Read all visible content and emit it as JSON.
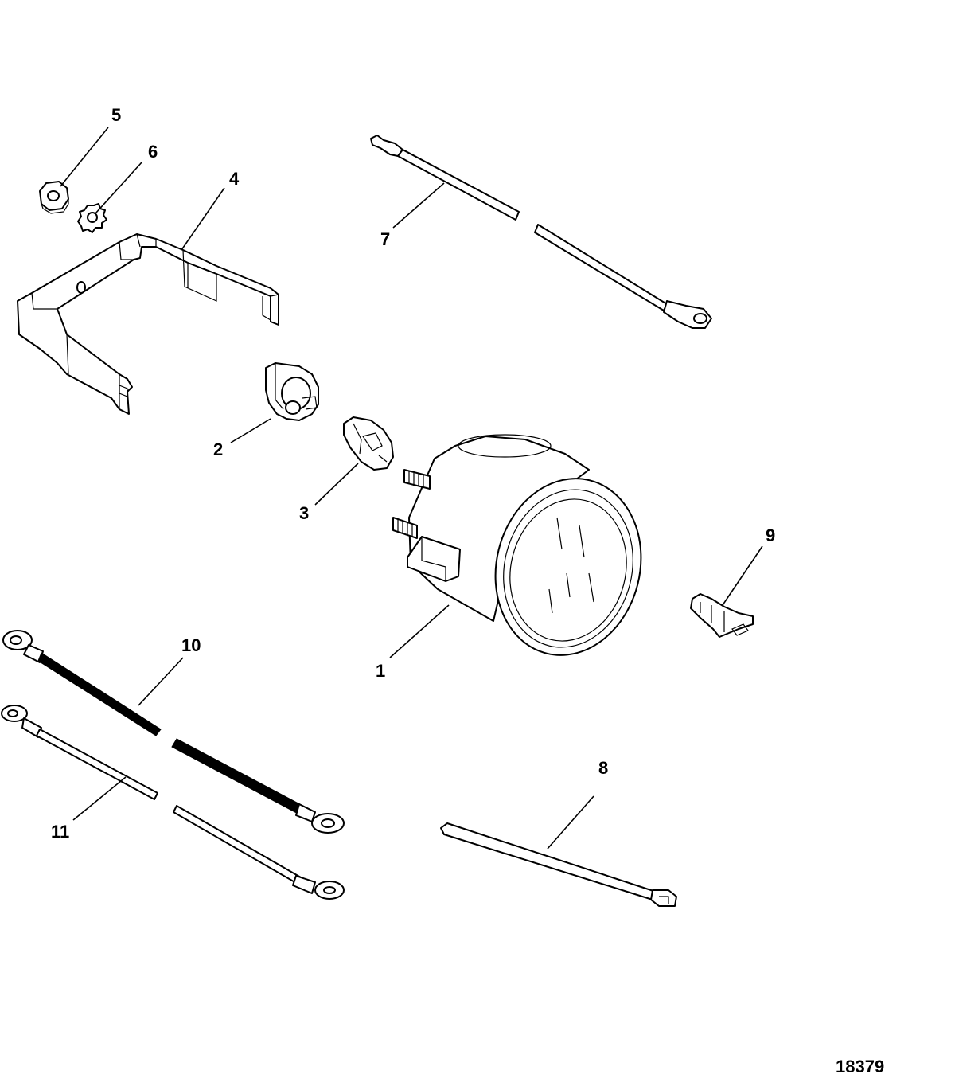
{
  "figure_number": "18379",
  "callouts": {
    "c1": "1",
    "c2": "2",
    "c3": "3",
    "c4": "4",
    "c5": "5",
    "c6": "6",
    "c7": "7",
    "c8": "8",
    "c9": "9",
    "c10": "10",
    "c11": "11"
  }
}
